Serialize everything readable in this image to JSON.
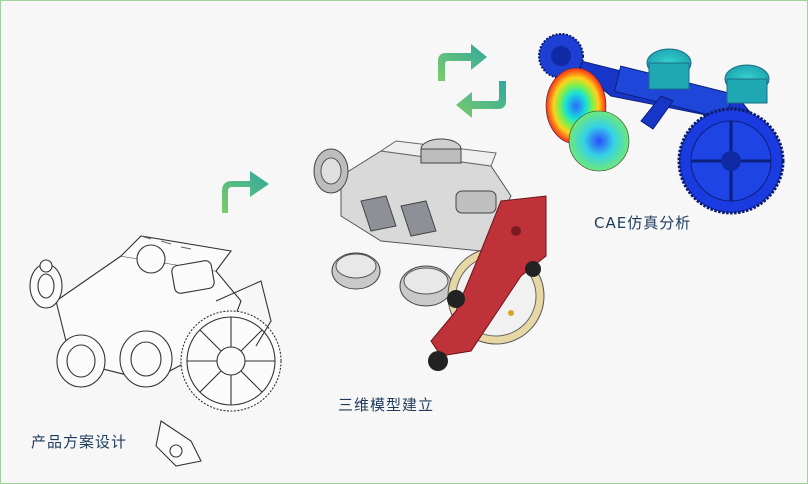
{
  "stages": [
    {
      "label": "产品方案设计"
    },
    {
      "label": "三维模型建立"
    },
    {
      "label": "CAE仿真分析"
    }
  ],
  "colors": {
    "border": "#9fd39b",
    "arrow_start": "#2fa8a0",
    "arrow_end": "#7ccc6a",
    "label_text": "#1f3b5b",
    "red_part": "#c0323a",
    "cae_blue": "#1736c8"
  },
  "icons": {
    "step_arrow": "turn-right-arrow-icon",
    "cycle": "sync-cycle-icon"
  }
}
